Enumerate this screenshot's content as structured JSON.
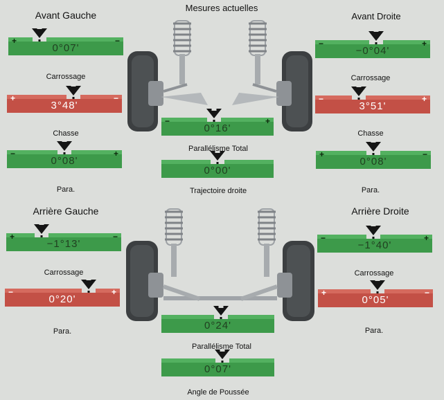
{
  "header": {
    "title": "Mesures actuelles"
  },
  "sections": {
    "front_left": "Avant Gauche",
    "front_right": "Avant Droite",
    "rear_left": "Arrière Gauche",
    "rear_right": "Arrière Droite"
  },
  "labels": {
    "camber": "Carrossage",
    "caster": "Chasse",
    "toe": "Para.",
    "total_toe": "Parallélisme Total",
    "straight_ahead": "Trajectoire droite",
    "thrust_angle": "Angle de Poussée"
  },
  "gauges": {
    "fl_camber": {
      "value": "0°07'",
      "left_sign": "+",
      "right_sign": "−",
      "indicator": 0.27,
      "status": "ok"
    },
    "fl_caster": {
      "value": "3°48'",
      "left_sign": "+",
      "right_sign": "−",
      "indicator": 0.58,
      "status": "out"
    },
    "fl_toe": {
      "value": "0°08'",
      "left_sign": "−",
      "right_sign": "+",
      "indicator": 0.5,
      "status": "ok"
    },
    "fr_camber": {
      "value": "−0°04'",
      "left_sign": "−",
      "right_sign": "+",
      "indicator": 0.53,
      "status": "ok"
    },
    "fr_caster": {
      "value": "3°51'",
      "left_sign": "−",
      "right_sign": "+",
      "indicator": 0.38,
      "status": "out"
    },
    "fr_toe": {
      "value": "0°08'",
      "left_sign": "+",
      "right_sign": "−",
      "indicator": 0.5,
      "status": "ok"
    },
    "front_total_toe": {
      "value": "0°16'",
      "left_sign": "−",
      "right_sign": "+",
      "indicator": 0.47,
      "status": "ok"
    },
    "straight_ahead": {
      "value": "0°00'",
      "left_sign": "",
      "right_sign": "",
      "indicator": 0.5,
      "status": "ok"
    },
    "rl_camber": {
      "value": "−1°13'",
      "left_sign": "+",
      "right_sign": "−",
      "indicator": 0.31,
      "status": "ok"
    },
    "rl_toe": {
      "value": "0°20'",
      "left_sign": "−",
      "right_sign": "+",
      "indicator": 0.73,
      "status": "out"
    },
    "rr_camber": {
      "value": "−1°40'",
      "left_sign": "−",
      "right_sign": "+",
      "indicator": 0.49,
      "status": "ok"
    },
    "rr_toe": {
      "value": "0°05'",
      "left_sign": "+",
      "right_sign": "−",
      "indicator": 0.52,
      "status": "out"
    },
    "rear_total_toe": {
      "value": "0°24'",
      "left_sign": "",
      "right_sign": "",
      "indicator": 0.53,
      "status": "ok"
    },
    "thrust_angle": {
      "value": "0°07'",
      "left_sign": "",
      "right_sign": "",
      "indicator": 0.54,
      "status": "ok"
    }
  },
  "colors": {
    "ok": "#3d9a4a",
    "ok_light": "#53b160",
    "out": "#c35046",
    "out_light": "#d56a5e",
    "arrow": "#151515"
  },
  "icons": {
    "front_axle": "front-suspension-icon",
    "rear_axle": "rear-suspension-icon",
    "indicator": "down-arrow-icon"
  }
}
